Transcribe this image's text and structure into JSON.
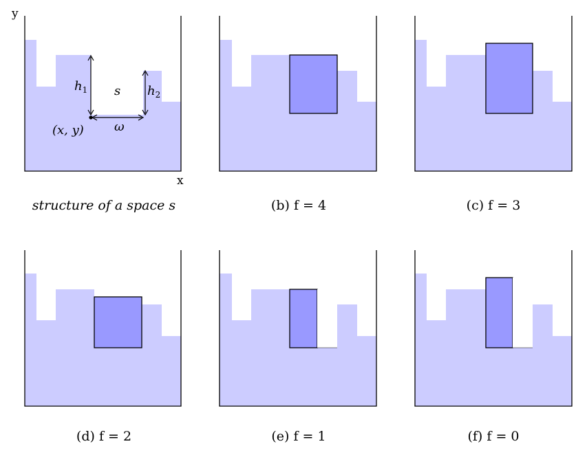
{
  "colors": {
    "fill": "#ccccff",
    "block": "#9999ff",
    "stroke": "#000000"
  },
  "axes": {
    "y": "y",
    "x": "x"
  },
  "annotations": {
    "h1": "h",
    "h1_sub": "1",
    "h2": "h",
    "h2_sub": "2",
    "s": "s",
    "omega": "ω",
    "point": "(x, y)"
  },
  "panels": [
    {
      "caption": "structure of a space s",
      "italic": true
    },
    {
      "caption": "(b) f = 4"
    },
    {
      "caption": "(c) f = 3"
    },
    {
      "caption": "(d) f = 2"
    },
    {
      "caption": "(e) f = 1"
    },
    {
      "caption": "(f) f = 0"
    }
  ]
}
